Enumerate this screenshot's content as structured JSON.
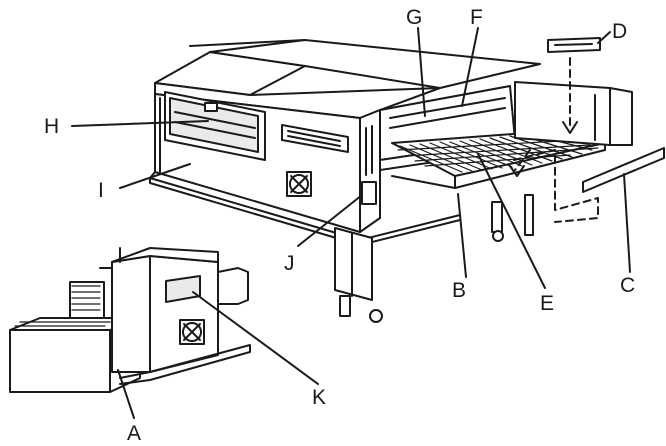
{
  "diagram": {
    "callouts": {
      "A": "A",
      "B": "B",
      "C": "C",
      "D": "D",
      "E": "E",
      "F": "F",
      "G": "G",
      "H": "H",
      "I": "I",
      "J": "J",
      "K": "K"
    },
    "colors": {
      "ink": "#1a1a1a",
      "panel_fill": "#ffffff",
      "glass_fill": "#eaeaea"
    }
  }
}
